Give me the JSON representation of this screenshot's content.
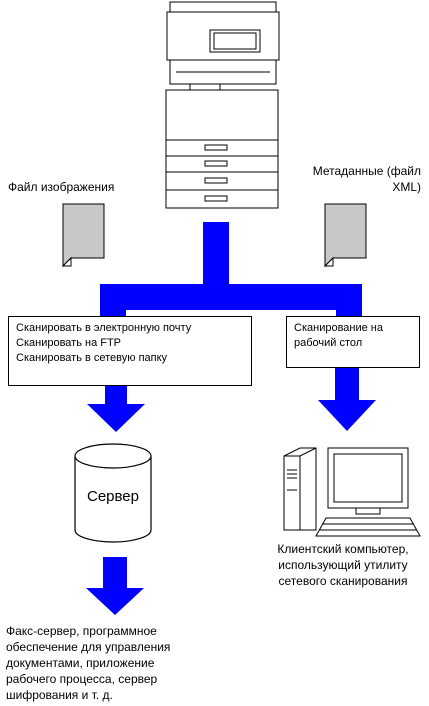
{
  "labels": {
    "image_file": "Файл изображения",
    "metadata_line1": "Метаданные (файл",
    "metadata_line2": "XML)",
    "server": "Сервер",
    "client_line1": "Клиентский компьютер,",
    "client_line2": "использующий утилиту",
    "client_line3": "сетевого сканирования"
  },
  "left_box": {
    "lines": [
      "Сканировать в электронную почту",
      "Сканировать на FTP",
      "Сканировать в сетевую папку"
    ]
  },
  "right_box": {
    "lines": [
      "Сканирование на",
      "рабочий стол"
    ]
  },
  "destinations": {
    "lines": [
      "Факс-сервер, программное",
      "обеспечение для управления",
      "документами, приложение",
      "рабочего процесса, сервер",
      "шифрования и т. д."
    ]
  },
  "colors": {
    "flow": "#0000ff",
    "doc": "#c8c8c8",
    "stroke": "#000000"
  }
}
